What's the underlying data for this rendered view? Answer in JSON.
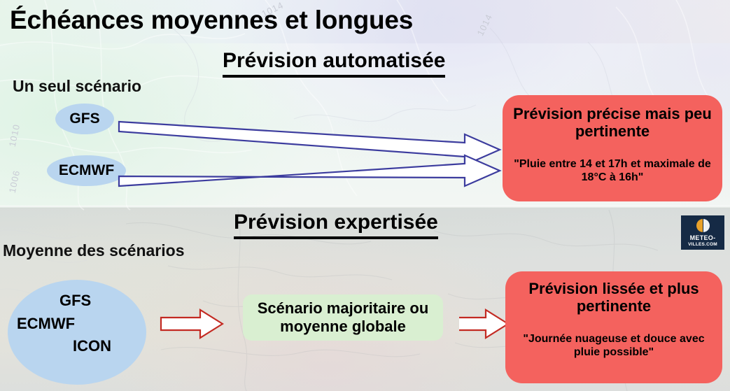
{
  "slide": {
    "title": "Échéances moyennes et longues"
  },
  "top_section": {
    "heading": "Prévision automatisée",
    "side_label": "Un seul scénario",
    "models": [
      {
        "name": "GFS"
      },
      {
        "name": "ECMWF"
      }
    ],
    "result": {
      "title": "Prévision précise mais peu pertinente",
      "quote": "\"Pluie entre 14 et 17h et maximale de 18°C à 16h\""
    }
  },
  "bottom_section": {
    "heading": "Prévision expertisée",
    "side_label": "Moyenne des scénarios",
    "models": [
      {
        "name": "GFS"
      },
      {
        "name": "ECMWF"
      },
      {
        "name": "ICON"
      }
    ],
    "process": {
      "label": "Scénario majoritaire ou moyenne globale"
    },
    "result": {
      "title": "Prévision lissée et plus pertinente",
      "quote": "\"Journée nuageuse et douce avec pluie possible\""
    }
  },
  "logo": {
    "line1": "METEO-",
    "line2": "VILLES.COM"
  },
  "background": {
    "isobar_labels": [
      "1014",
      "1014",
      "1010",
      "1006"
    ]
  },
  "colors": {
    "ellipse_blue": "#b9d5ef",
    "result_red": "#f4625e",
    "process_green": "#d9efd1",
    "arrow_blue_outline": "#3c3c9e",
    "arrow_red_outline": "#c32a22",
    "logo_navy": "#152a45",
    "logo_orange": "#e8a12a"
  }
}
